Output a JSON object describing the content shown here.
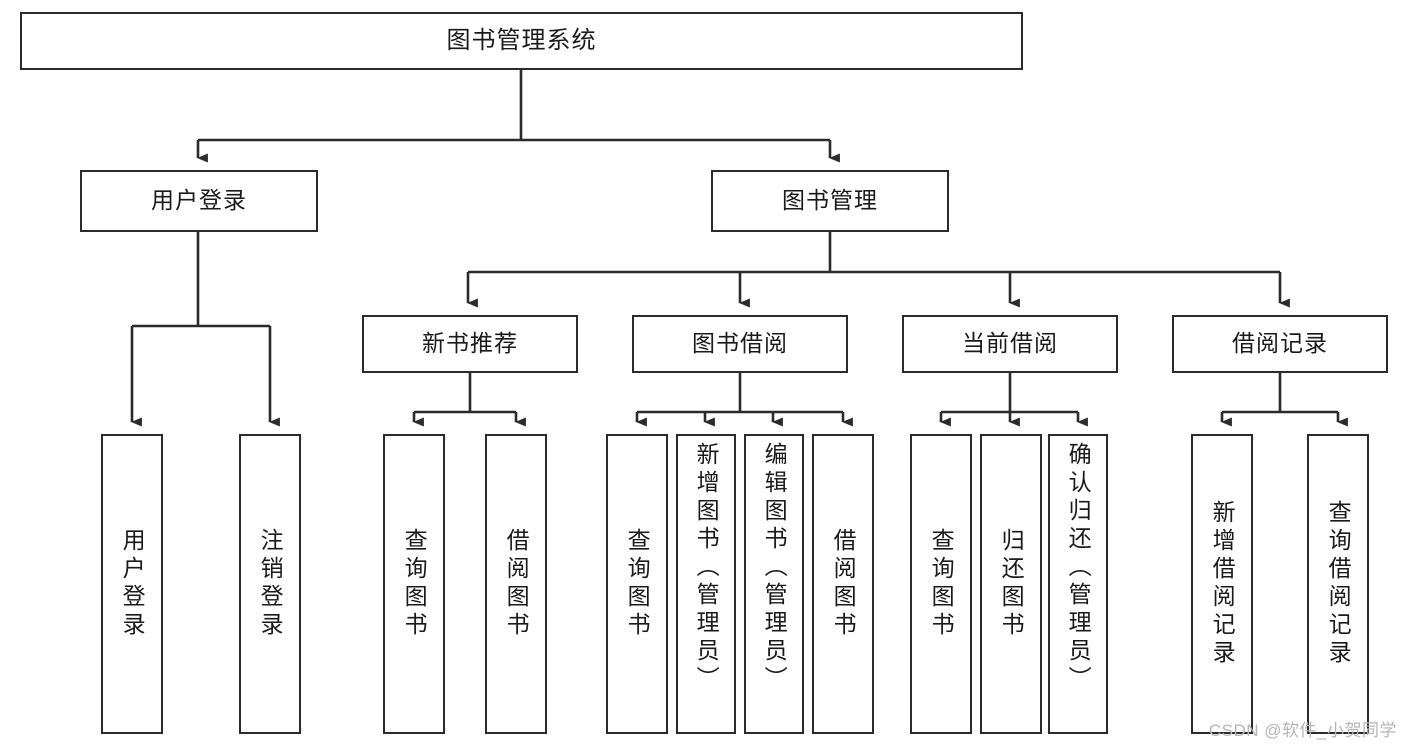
{
  "diagram": {
    "title": "图书管理系统",
    "type": "tree",
    "orientation": "top-down",
    "colors": {
      "stroke": "#2b2b2b",
      "fill": "#ffffff",
      "text": "#1a1a1a",
      "watermark": "#b5b5b5"
    },
    "root": {
      "label": "图书管理系统"
    },
    "level2": [
      {
        "label": "用户登录"
      },
      {
        "label": "图书管理"
      }
    ],
    "level3": [
      {
        "label": "新书推荐"
      },
      {
        "label": "图书借阅"
      },
      {
        "label": "当前借阅"
      },
      {
        "label": "借阅记录"
      }
    ],
    "leaves": {
      "user_login": [
        {
          "label": "用户登录"
        },
        {
          "label": "注销登录"
        }
      ],
      "new_book_recommend": [
        {
          "label": "查询图书"
        },
        {
          "label": "借阅图书"
        }
      ],
      "book_borrow": [
        {
          "label": "查询图书"
        },
        {
          "label": "新增图书（管理员）"
        },
        {
          "label": "编辑图书（管理员）"
        },
        {
          "label": "借阅图书"
        }
      ],
      "current_borrow": [
        {
          "label": "查询图书"
        },
        {
          "label": "归还图书"
        },
        {
          "label": "确认归还（管理员）"
        }
      ],
      "borrow_record": [
        {
          "label": "新增借阅记录"
        },
        {
          "label": "查询借阅记录"
        }
      ]
    }
  },
  "watermark": {
    "text": "CSDN @软件_小贺同学"
  }
}
